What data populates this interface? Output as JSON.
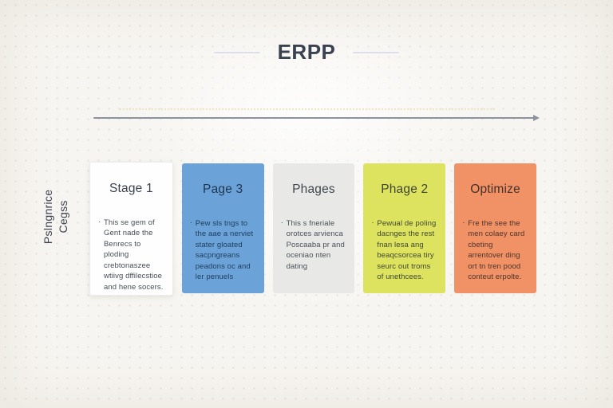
{
  "header": {
    "title": "ERPP"
  },
  "axis_label": {
    "line1": "Pslngnrice",
    "line2": "Cegss"
  },
  "stages": [
    {
      "title": "Stage 1",
      "bullet": "·",
      "body": "This se gem of Gent nade the Benrecs to ploding crebtonaszee wtiivg dffilecstioe and hene socers.",
      "colors": {
        "bg": "#fefefe",
        "title": "#3a4250",
        "text": "#474d57"
      }
    },
    {
      "title": "Page 3",
      "bullet": "·",
      "body": "Pew sls tngs to the aae a nerviet stater gloated sacpngreans peadons oc and ler penuels",
      "colors": {
        "bg": "#6ba3d8",
        "title": "#1f3650",
        "text": "#1e3c5c"
      }
    },
    {
      "title": "Phages",
      "bullet": "·",
      "body": "This s fneriale orotces arvienca Poscaaba pr and oceniao nten dating",
      "colors": {
        "bg": "#e8e8e6",
        "title": "#3f464e",
        "text": "#4a5058"
      }
    },
    {
      "title": "Phage 2",
      "bullet": "·",
      "body": "Pewual de poling dacnges the rest fnan lesa ang beaqcsorcea tiry seurc out troms of unethcees.",
      "colors": {
        "bg": "#dde35f",
        "title": "#3e4430",
        "text": "#3f4633"
      }
    },
    {
      "title": "Optimize",
      "bullet": "·",
      "body": "Fre the see the men colaey card cbeting arrentover ding ort tn tren pood conteut erpolte.",
      "colors": {
        "bg": "#f19266",
        "title": "#45302a",
        "text": "#4b342c"
      }
    }
  ]
}
